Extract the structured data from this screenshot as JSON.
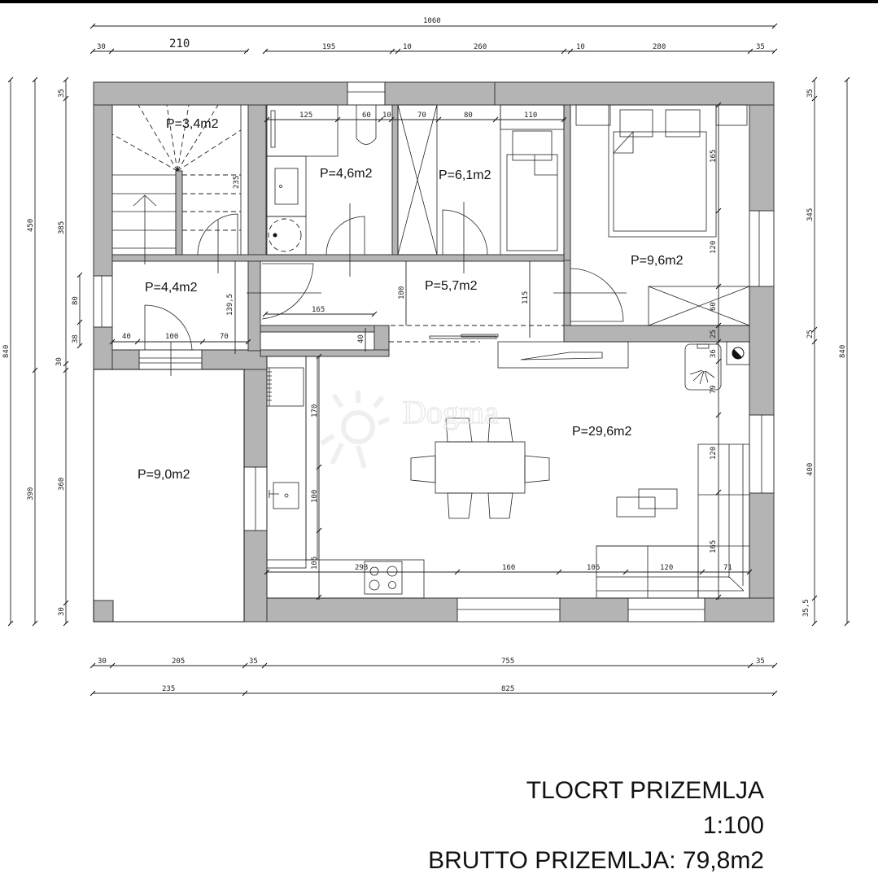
{
  "title": {
    "line1": "TLOCRT PRIZEMLJA",
    "scale": "1:100",
    "gross_area": "BRUTTO PRIZEMLJA: 79,8m2"
  },
  "rooms": {
    "stairs": "P=3,4m2",
    "bathroom": "P=4,6m2",
    "bedroom_small": "P=6,1m2",
    "bedroom_master": "P=9,6m2",
    "entry": "P=4,4m2",
    "hallway": "P=5,7m2",
    "living_kitchen": "P=29,6m2",
    "garage": "P=9,0m2"
  },
  "dimensions": {
    "top": {
      "overall": "1060",
      "segments": [
        "30",
        "210",
        "195",
        "10",
        "10",
        "260",
        "10",
        "280",
        "35"
      ]
    },
    "bottom": {
      "segments": [
        "30",
        "205",
        "35",
        "755",
        "35"
      ],
      "overall": [
        "235",
        "825"
      ]
    },
    "left": {
      "overall": "840",
      "mid": [
        "450",
        "390"
      ],
      "inner": [
        "35",
        "385",
        "30",
        "360",
        "30"
      ],
      "window": [
        "80",
        "38"
      ]
    },
    "right": {
      "overall": "840",
      "inner": [
        "35",
        "345",
        "25",
        "400",
        "35,5"
      ]
    },
    "interior": {
      "bath_widths": [
        "125",
        "60",
        "10"
      ],
      "bed_small_widths": [
        "70",
        "80",
        "110"
      ],
      "stair_height": "235",
      "entry_height": "139,5",
      "entry_widths": [
        "40",
        "100",
        "70"
      ],
      "hall_door": "165",
      "hall_heights": [
        "100",
        "115"
      ],
      "niche": "40",
      "master_heights": [
        "165",
        "120",
        "60",
        "25"
      ],
      "kitchen_vertical": [
        "170",
        "100",
        "105"
      ],
      "kitchen_horizontal": [
        "298",
        "160",
        "106",
        "120",
        "71"
      ],
      "living_vertical": [
        "36",
        "79",
        "120",
        "165"
      ]
    }
  },
  "watermark": {
    "text": "Dogma"
  }
}
